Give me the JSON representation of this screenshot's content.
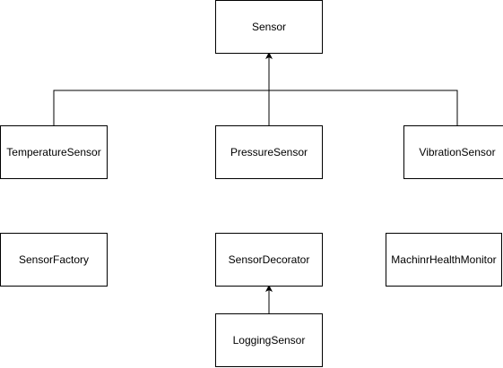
{
  "colors": {
    "stroke": "#000000",
    "fill": "#ffffff",
    "text": "#000000"
  },
  "nodes": {
    "sensor": "Sensor",
    "temperature_sensor": "TemperatureSensor",
    "pressure_sensor": "PressureSensor",
    "vibration_sensor": "VibrationSensor",
    "sensor_factory": "SensorFactory",
    "sensor_decorator": "SensorDecorator",
    "health_monitor": "MachinrHealthMonitor",
    "logging_sensor": "LoggingSensor"
  },
  "edges": [
    {
      "from": "temperature_sensor",
      "to": "sensor",
      "type": "inheritance-arrow"
    },
    {
      "from": "pressure_sensor",
      "to": "sensor",
      "type": "inheritance-arrow"
    },
    {
      "from": "vibration_sensor",
      "to": "sensor",
      "type": "inheritance-arrow"
    },
    {
      "from": "logging_sensor",
      "to": "sensor_decorator",
      "type": "arrow"
    }
  ]
}
